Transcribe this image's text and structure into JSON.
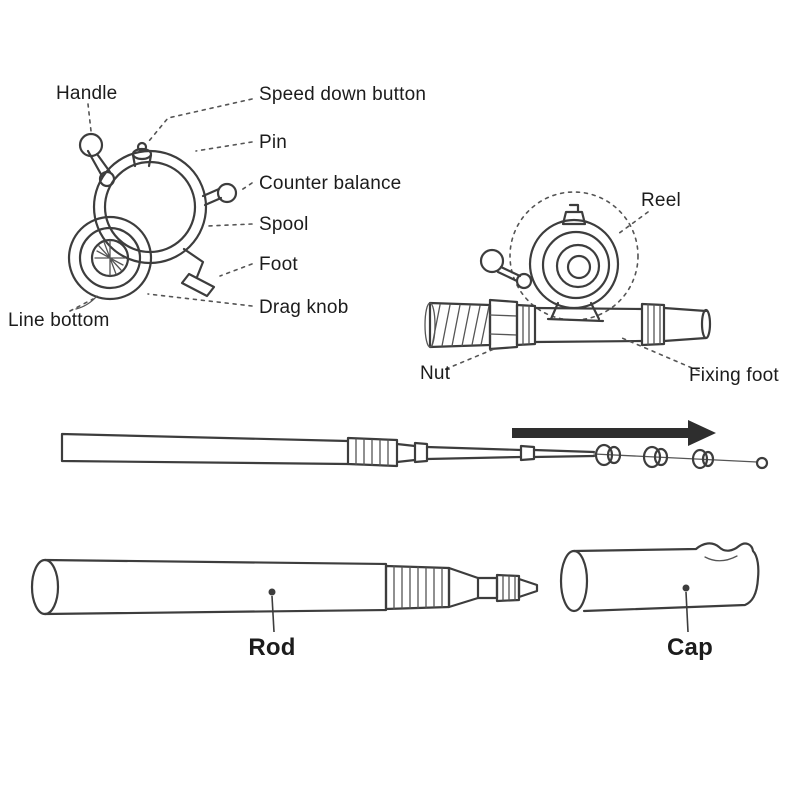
{
  "diagram": {
    "subject": "pen-fishing-rod-and-reel-parts",
    "labels": {
      "handle": "Handle",
      "speed_down_button": "Speed down button",
      "pin": "Pin",
      "counter_balance": "Counter balance",
      "spool": "Spool",
      "foot": "Foot",
      "drag_knob": "Drag knob",
      "line_bottom": "Line bottom",
      "reel": "Reel",
      "nut": "Nut",
      "fixing_foot": "Fixing foot",
      "rod": "Rod",
      "cap": "Cap"
    },
    "colors": {
      "line": "#3d3d3d",
      "thin": "#555555",
      "text": "#1c1c1c",
      "arrow": "#2e2e2e",
      "background": "#ffffff"
    }
  }
}
